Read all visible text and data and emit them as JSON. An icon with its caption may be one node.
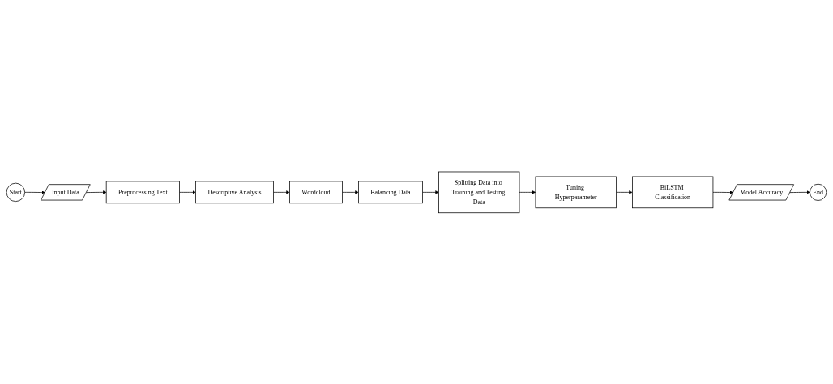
{
  "diagram": {
    "nodes": [
      {
        "text": [
          "Start"
        ]
      },
      {
        "text": [
          "Input Data"
        ]
      },
      {
        "text": [
          "Preprocessing Text"
        ]
      },
      {
        "text": [
          "Descriptive Analysis"
        ]
      },
      {
        "text": [
          "Wordcloud"
        ]
      },
      {
        "text": [
          "Balancing Data"
        ]
      },
      {
        "text": [
          "Splitting Data into Training and Testing Data"
        ]
      },
      {
        "text": [
          "Tuning Hyperparameter"
        ]
      },
      {
        "text": [
          "BiLSTM Classification"
        ]
      },
      {
        "text": [
          "Model Accuracy"
        ]
      },
      {
        "text": [
          "End"
        ]
      }
    ],
    "edges": [
      {
        "from": 0,
        "to": 1,
        "arrow": "to"
      },
      {
        "from": 1,
        "to": 2,
        "arrow": "to"
      },
      {
        "from": 2,
        "to": 3,
        "arrow": "to"
      },
      {
        "from": 3,
        "to": 4,
        "arrow": "to"
      },
      {
        "from": 4,
        "to": 5,
        "arrow": "to"
      },
      {
        "from": 5,
        "to": 6,
        "arrow": "to"
      },
      {
        "from": 6,
        "to": 7,
        "arrow": "to"
      },
      {
        "from": 7,
        "to": 8,
        "arrow": "to"
      },
      {
        "from": 8,
        "to": 9,
        "arrow": "to"
      },
      {
        "from": 9,
        "to": 10,
        "arrow": "to"
      }
    ]
  }
}
